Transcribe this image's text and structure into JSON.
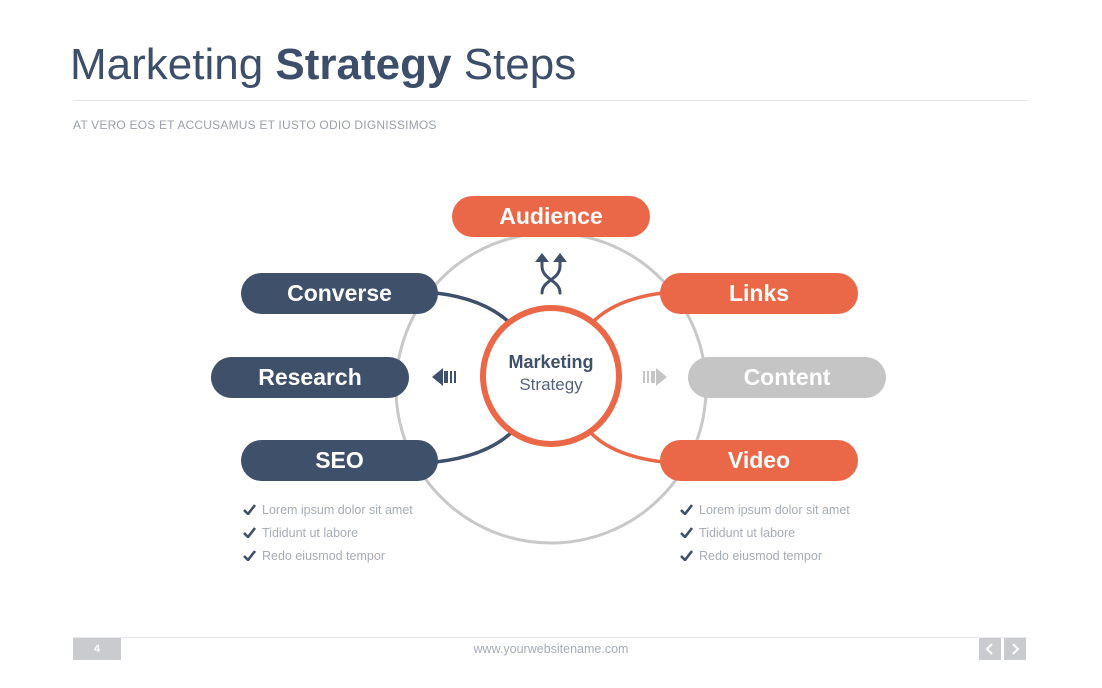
{
  "header": {
    "title_part1": "Marketing ",
    "title_bold": "Strategy",
    "title_part2": " Steps",
    "subtitle": "AT VERO EOS ET ACCUSAMUS ET IUSTO ODIO DIGNISSIMOS"
  },
  "diagram": {
    "center": {
      "line1": "Marketing",
      "line2": "Strategy"
    },
    "steps": {
      "audience": "Audience",
      "converse": "Converse",
      "research": "Research",
      "seo": "SEO",
      "links": "Links",
      "content": "Content",
      "video": "Video"
    },
    "icons": [
      "merge-arrows-icon",
      "arrow-left-icon",
      "arrow-right-icon",
      "check-icon"
    ]
  },
  "lists": {
    "left": [
      "Lorem ipsum dolor sit amet",
      "Tididunt ut labore",
      "Redo eiusmod tempor"
    ],
    "right": [
      "Lorem ipsum dolor sit amet",
      "Tididunt ut labore",
      "Redo eiusmod tempor"
    ]
  },
  "footer": {
    "page_number": "4",
    "url": "www.yourwebsitename.com"
  },
  "colors": {
    "orange": "#ea6847",
    "navy": "#3f506b",
    "gray": "#c5c5c5",
    "circle": "#c8c8c8"
  }
}
